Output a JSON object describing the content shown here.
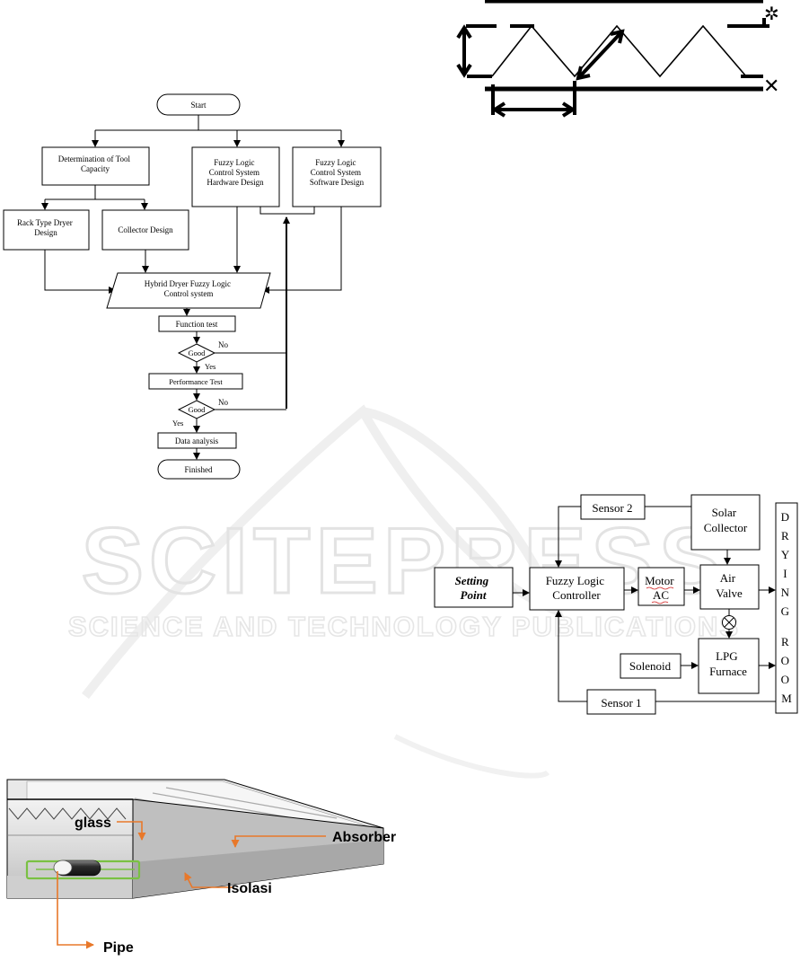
{
  "watermark": {
    "brand": "SCITEPRESS",
    "tagline": "SCIENCE AND TECHNOLOGY PUBLICATIONS"
  },
  "flowchart": {
    "start": "Start",
    "tool_capacity": [
      "Determination of Tool",
      "Capacity"
    ],
    "hardware_design": [
      "Fuzzy Logic",
      "Control System",
      "Hardware Design"
    ],
    "software_design": [
      "Fuzzy Logic",
      "Control System",
      "Software Design"
    ],
    "rack_dryer": [
      "Rack Type Dryer",
      "Design"
    ],
    "collector_design": "Collector Design",
    "hybrid_system": [
      "Hybrid Dryer Fuzzy Logic",
      "Control system"
    ],
    "function_test": "Function test",
    "good1": "Good",
    "no1": "No",
    "yes1": "Yes",
    "performance_test": "Performance Test",
    "good2": "Good",
    "no2": "No",
    "yes2": "Yes",
    "data_analysis": "Data analysis",
    "finished": "Finished"
  },
  "block_diagram": {
    "sensor2": "Sensor 2",
    "solar_collector": [
      "Solar",
      "Collector"
    ],
    "setting_point": [
      "Setting",
      "Point"
    ],
    "fuzzy_controller": [
      "Fuzzy Logic",
      "Controller"
    ],
    "motor_ac": [
      "Motor",
      "AC"
    ],
    "air_valve": [
      "Air",
      "Valve"
    ],
    "lpg_furnace": [
      "LPG",
      "Furnace"
    ],
    "solenoid": "Solenoid",
    "sensor1": "Sensor 1",
    "drying_room": [
      "D",
      "R",
      "Y",
      "I",
      "N",
      "G",
      "",
      "R",
      "O",
      "O",
      "M"
    ]
  },
  "collector_illustration": {
    "glass": "glass",
    "absorber": "Absorber",
    "isolasi": "Isolasi",
    "pipe": "Pipe",
    "colors": {
      "leader": "#e8782a",
      "glass_outline": "#7ac143"
    }
  }
}
